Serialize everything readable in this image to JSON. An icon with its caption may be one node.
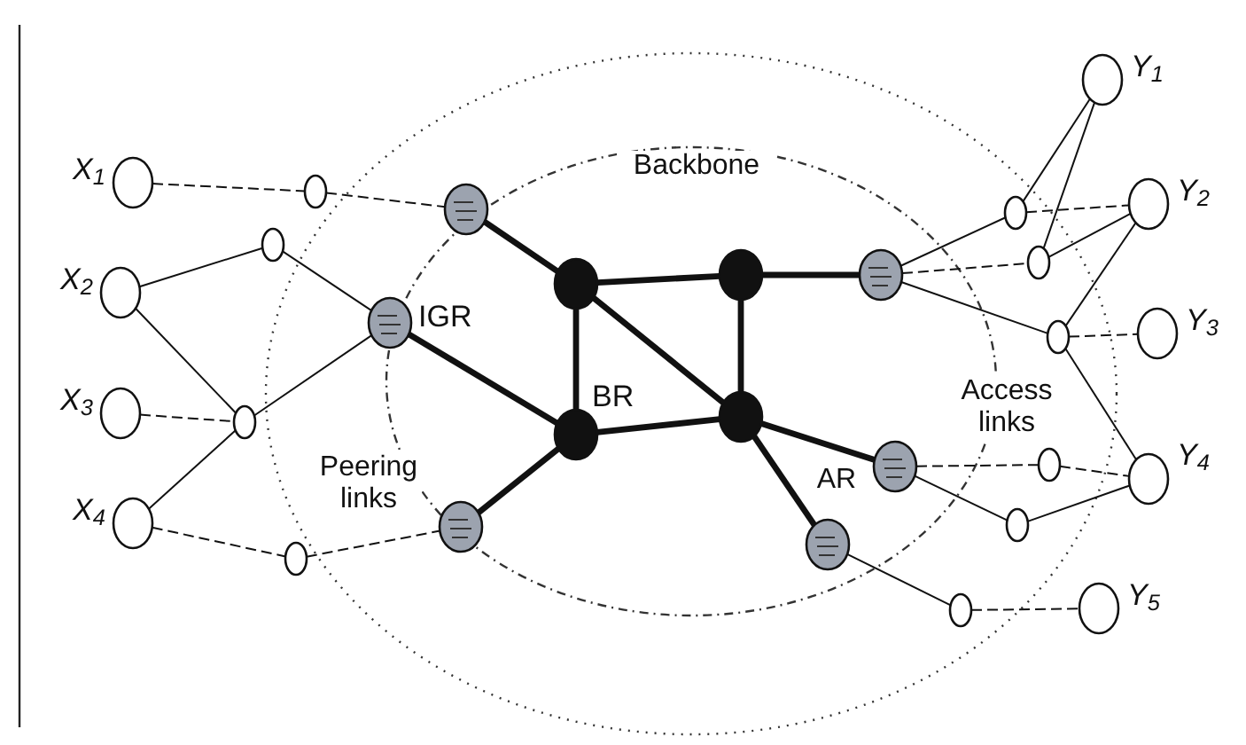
{
  "diagram": {
    "nodes": [
      {
        "text": [],
        "shape": "circle",
        "beside": [
          "X$_{1}$"
        ]
      },
      {
        "text": [],
        "shape": "circle",
        "beside": [
          "X$_{2}$"
        ]
      },
      {
        "text": [],
        "shape": "circle",
        "beside": [
          "X$_{3}$"
        ]
      },
      {
        "text": [],
        "shape": "circle",
        "beside": [
          "X$_{4}$"
        ]
      },
      {
        "text": [],
        "shape": "circle"
      },
      {
        "text": [],
        "shape": "circle"
      },
      {
        "text": [],
        "shape": "circle"
      },
      {
        "text": [],
        "shape": "circle"
      },
      {
        "text": [],
        "shape": "circle"
      },
      {
        "text": [],
        "shape": "circle",
        "beside": [
          "IGR"
        ]
      },
      {
        "text": [],
        "shape": "circle"
      },
      {
        "text": [],
        "shape": "circle"
      },
      {
        "text": [],
        "shape": "circle"
      },
      {
        "text": [],
        "shape": "circle",
        "beside": [
          "BR"
        ]
      },
      {
        "text": [],
        "shape": "circle"
      },
      {
        "text": [],
        "shape": "circle"
      },
      {
        "text": [],
        "shape": "circle"
      },
      {
        "text": [],
        "shape": "circle"
      },
      {
        "text": [],
        "shape": "circle"
      },
      {
        "text": [],
        "shape": "circle"
      },
      {
        "text": [],
        "shape": "circle"
      },
      {
        "text": [],
        "shape": "circle"
      },
      {
        "text": [],
        "shape": "circle"
      },
      {
        "text": [],
        "shape": "circle"
      },
      {
        "text": [],
        "shape": "circle",
        "beside": [
          "Y$_{1}$"
        ]
      },
      {
        "text": [],
        "shape": "circle",
        "beside": [
          "Y$_{2}$"
        ]
      },
      {
        "text": [],
        "shape": "circle",
        "beside": [
          "Y$_{3}$"
        ]
      },
      {
        "text": [],
        "shape": "circle",
        "beside": [
          "Y$_{4}$"
        ]
      },
      {
        "text": [],
        "shape": "circle",
        "beside": [
          "Y$_{5}$"
        ]
      }
    ],
    "edges": [
      {
        "from": 0,
        "to": 4,
        "arrow": "none",
        "style": "dashed"
      },
      {
        "from": 4,
        "to": 8,
        "arrow": "none",
        "style": "dashed"
      },
      {
        "from": 1,
        "to": 5,
        "arrow": "none"
      },
      {
        "from": 5,
        "to": 9,
        "arrow": "none"
      },
      {
        "from": 1,
        "to": 6,
        "arrow": "none"
      },
      {
        "from": 2,
        "to": 6,
        "arrow": "none",
        "style": "dashed"
      },
      {
        "from": 6,
        "to": 9,
        "arrow": "none"
      },
      {
        "from": 3,
        "to": 6,
        "arrow": "none"
      },
      {
        "from": 3,
        "to": 7,
        "arrow": "none",
        "style": "dashed"
      },
      {
        "from": 7,
        "to": 10,
        "arrow": "none",
        "style": "dashed"
      },
      {
        "from": 8,
        "to": 11,
        "arrow": "none",
        "style": "thick"
      },
      {
        "from": 9,
        "to": 13,
        "arrow": "none",
        "style": "thick"
      },
      {
        "from": 11,
        "to": 12,
        "arrow": "none",
        "style": "thick"
      },
      {
        "from": 11,
        "to": 13,
        "arrow": "none",
        "style": "thick"
      },
      {
        "from": 11,
        "to": 14,
        "arrow": "none",
        "style": "thick"
      },
      {
        "from": 12,
        "to": 14,
        "arrow": "none",
        "style": "thick"
      },
      {
        "from": 12,
        "to": 15,
        "arrow": "none",
        "style": "thick"
      },
      {
        "from": 13,
        "to": 14,
        "arrow": "none",
        "style": "thick"
      },
      {
        "from": 13,
        "to": 10,
        "arrow": "none",
        "style": "thick"
      },
      {
        "from": 14,
        "to": 16,
        "arrow": "none",
        "style": "thick"
      },
      {
        "from": 14,
        "to": 17,
        "arrow": "none",
        "style": "thick"
      },
      {
        "from": 15,
        "to": 18,
        "arrow": "none"
      },
      {
        "from": 15,
        "to": 19,
        "arrow": "none",
        "style": "dashed"
      },
      {
        "from": 15,
        "to": 20,
        "arrow": "none"
      },
      {
        "from": 18,
        "to": 24,
        "arrow": "none"
      },
      {
        "from": 19,
        "to": 24,
        "arrow": "none"
      },
      {
        "from": 18,
        "to": 25,
        "arrow": "none",
        "style": "dashed"
      },
      {
        "from": 19,
        "to": 25,
        "arrow": "none"
      },
      {
        "from": 20,
        "to": 25,
        "arrow": "none"
      },
      {
        "from": 20,
        "to": 26,
        "arrow": "none",
        "style": "dashed"
      },
      {
        "from": 20,
        "to": 27,
        "arrow": "none"
      },
      {
        "from": 16,
        "to": 21,
        "arrow": "none",
        "style": "dashed"
      },
      {
        "from": 21,
        "to": 27,
        "arrow": "none",
        "style": "dashed"
      },
      {
        "from": 16,
        "to": 22,
        "arrow": "none"
      },
      {
        "from": 22,
        "to": 27,
        "arrow": "none"
      },
      {
        "from": 17,
        "to": 23,
        "arrow": "none"
      },
      {
        "from": 23,
        "to": 28,
        "arrow": "none",
        "style": "dashed"
      }
    ],
    "labels": [
      "Backbone",
      "Peering links",
      "Access links",
      "AR"
    ]
  }
}
